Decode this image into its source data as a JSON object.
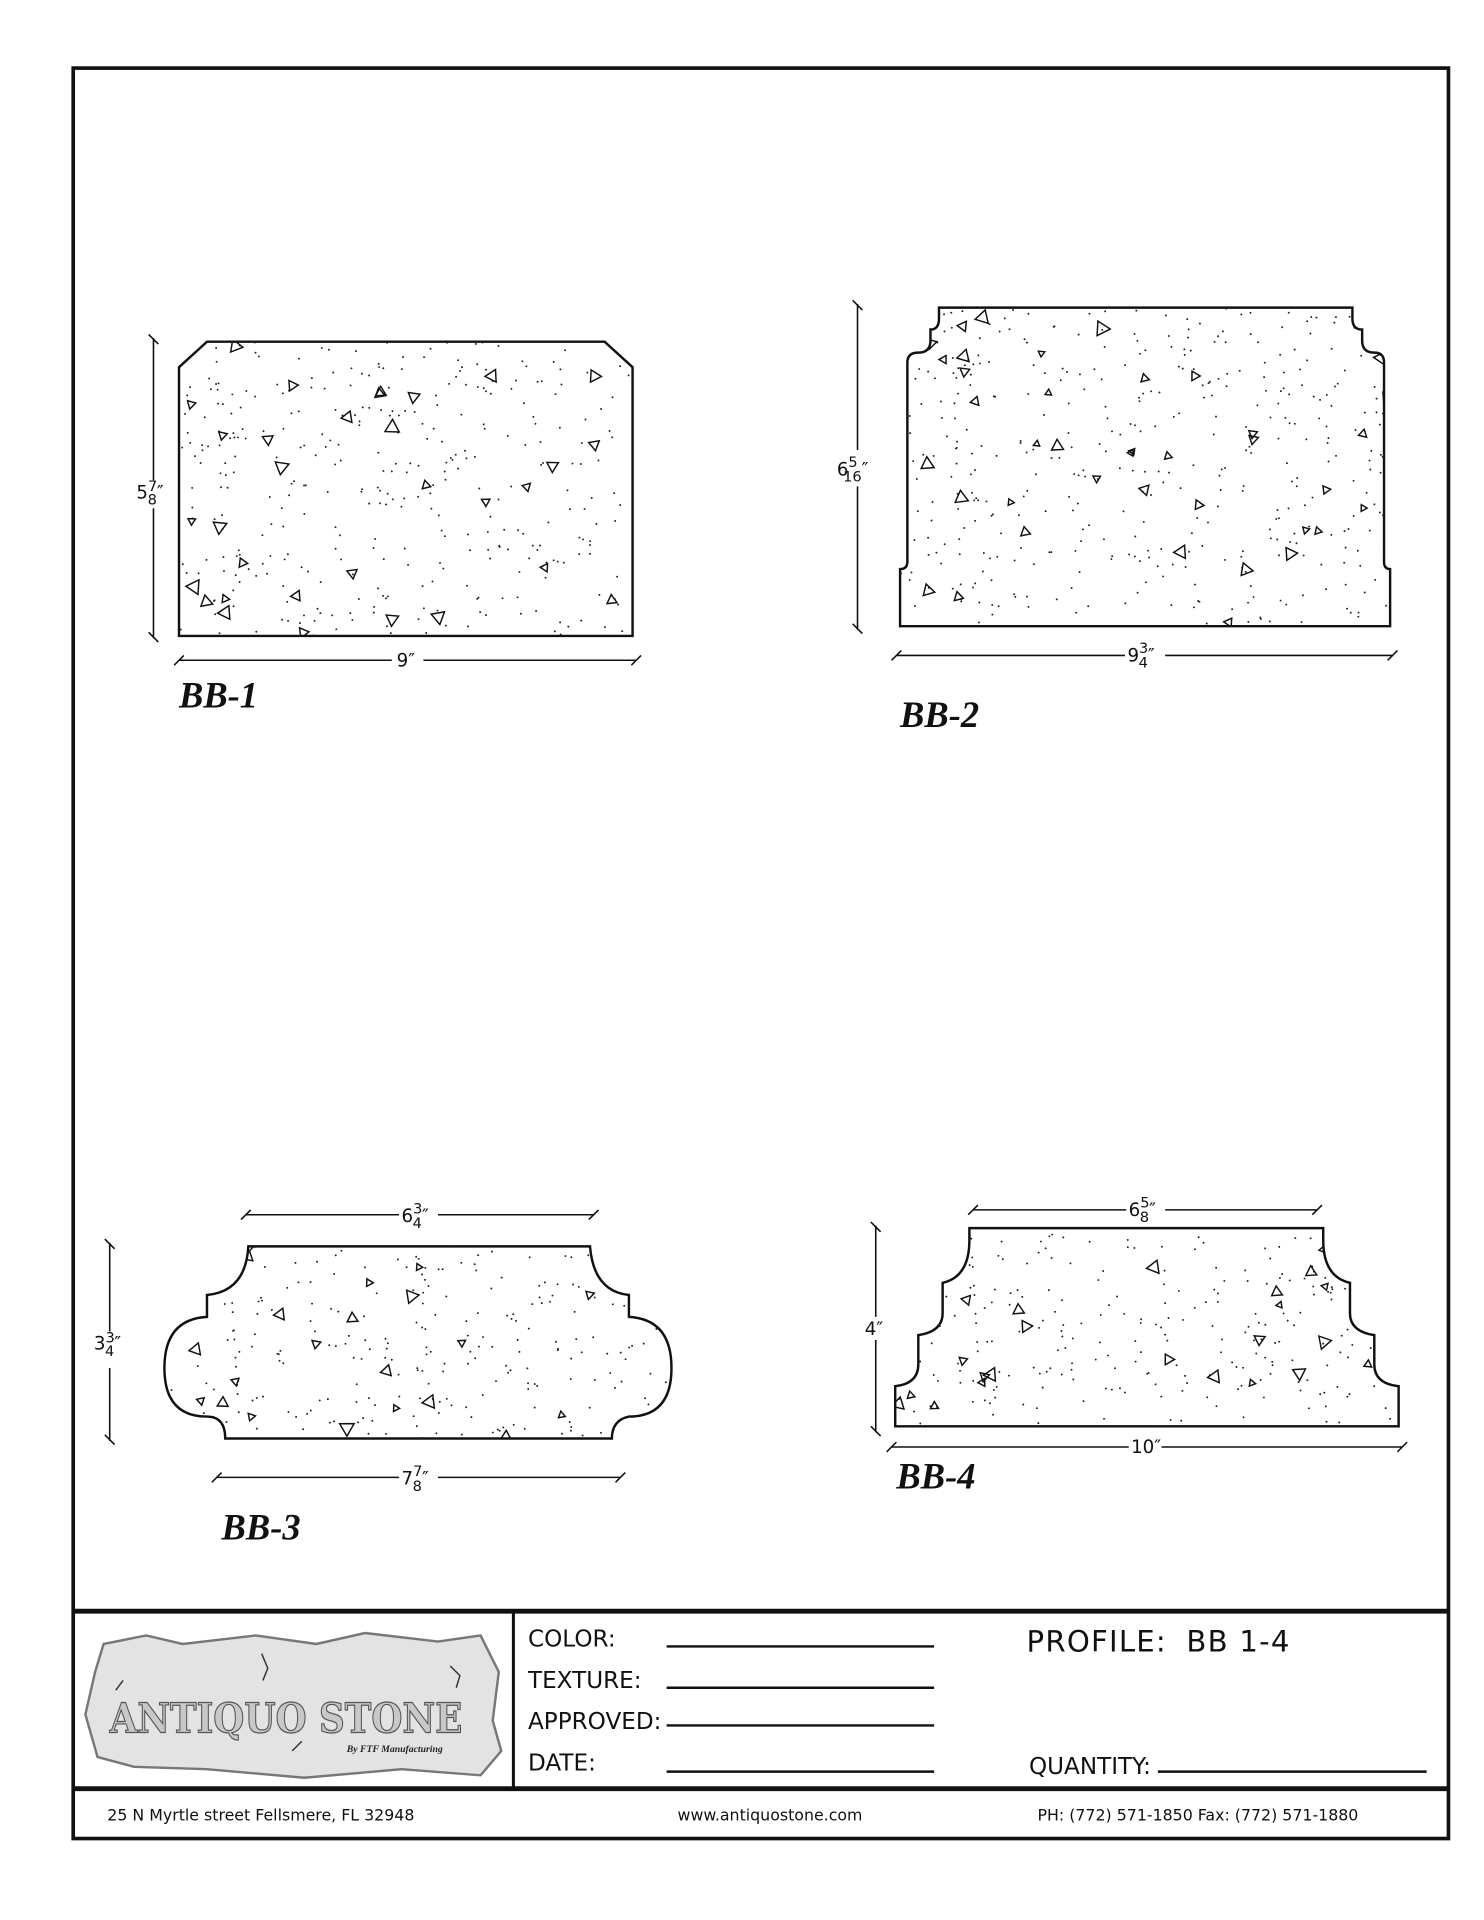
{
  "profiles": [
    {
      "label": "BB-1",
      "height": {
        "whole": "5",
        "num": "7",
        "den": "8",
        "unit": "″"
      },
      "width": {
        "whole": "9",
        "num": "",
        "den": "",
        "unit": "″"
      }
    },
    {
      "label": "BB-2",
      "height": {
        "whole": "6",
        "num": "5",
        "den": "16",
        "unit": "″"
      },
      "width": {
        "whole": "9",
        "num": "3",
        "den": "4",
        "unit": "″"
      }
    },
    {
      "label": "BB-3",
      "height": {
        "whole": "3",
        "num": "3",
        "den": "4",
        "unit": "″"
      },
      "top_width": {
        "whole": "6",
        "num": "3",
        "den": "4",
        "unit": "″"
      },
      "width": {
        "whole": "7",
        "num": "7",
        "den": "8",
        "unit": "″"
      }
    },
    {
      "label": "BB-4",
      "height": {
        "whole": "4",
        "num": "",
        "den": "",
        "unit": "″"
      },
      "top_width": {
        "whole": "6",
        "num": "5",
        "den": "8",
        "unit": "″"
      },
      "width": {
        "whole": "10",
        "num": "",
        "den": "",
        "unit": "″"
      }
    }
  ],
  "title_block": {
    "logo_text": "ANTIQUO STONE",
    "logo_subtext": "By FTF Manufacturing",
    "color_label": "COLOR:",
    "texture_label": "TEXTURE:",
    "approved_label": "APPROVED:",
    "date_label": "DATE:",
    "profile_label": "PROFILE:",
    "profile_value": "BB 1-4",
    "quantity_label": "QUANTITY:"
  },
  "footer": {
    "address": "25 N Myrtle street Fellsmere, FL 32948",
    "website": "www.antiquostone.com",
    "phone": "PH:  (772)  571-1850   Fax:  (772)  571-1880"
  }
}
